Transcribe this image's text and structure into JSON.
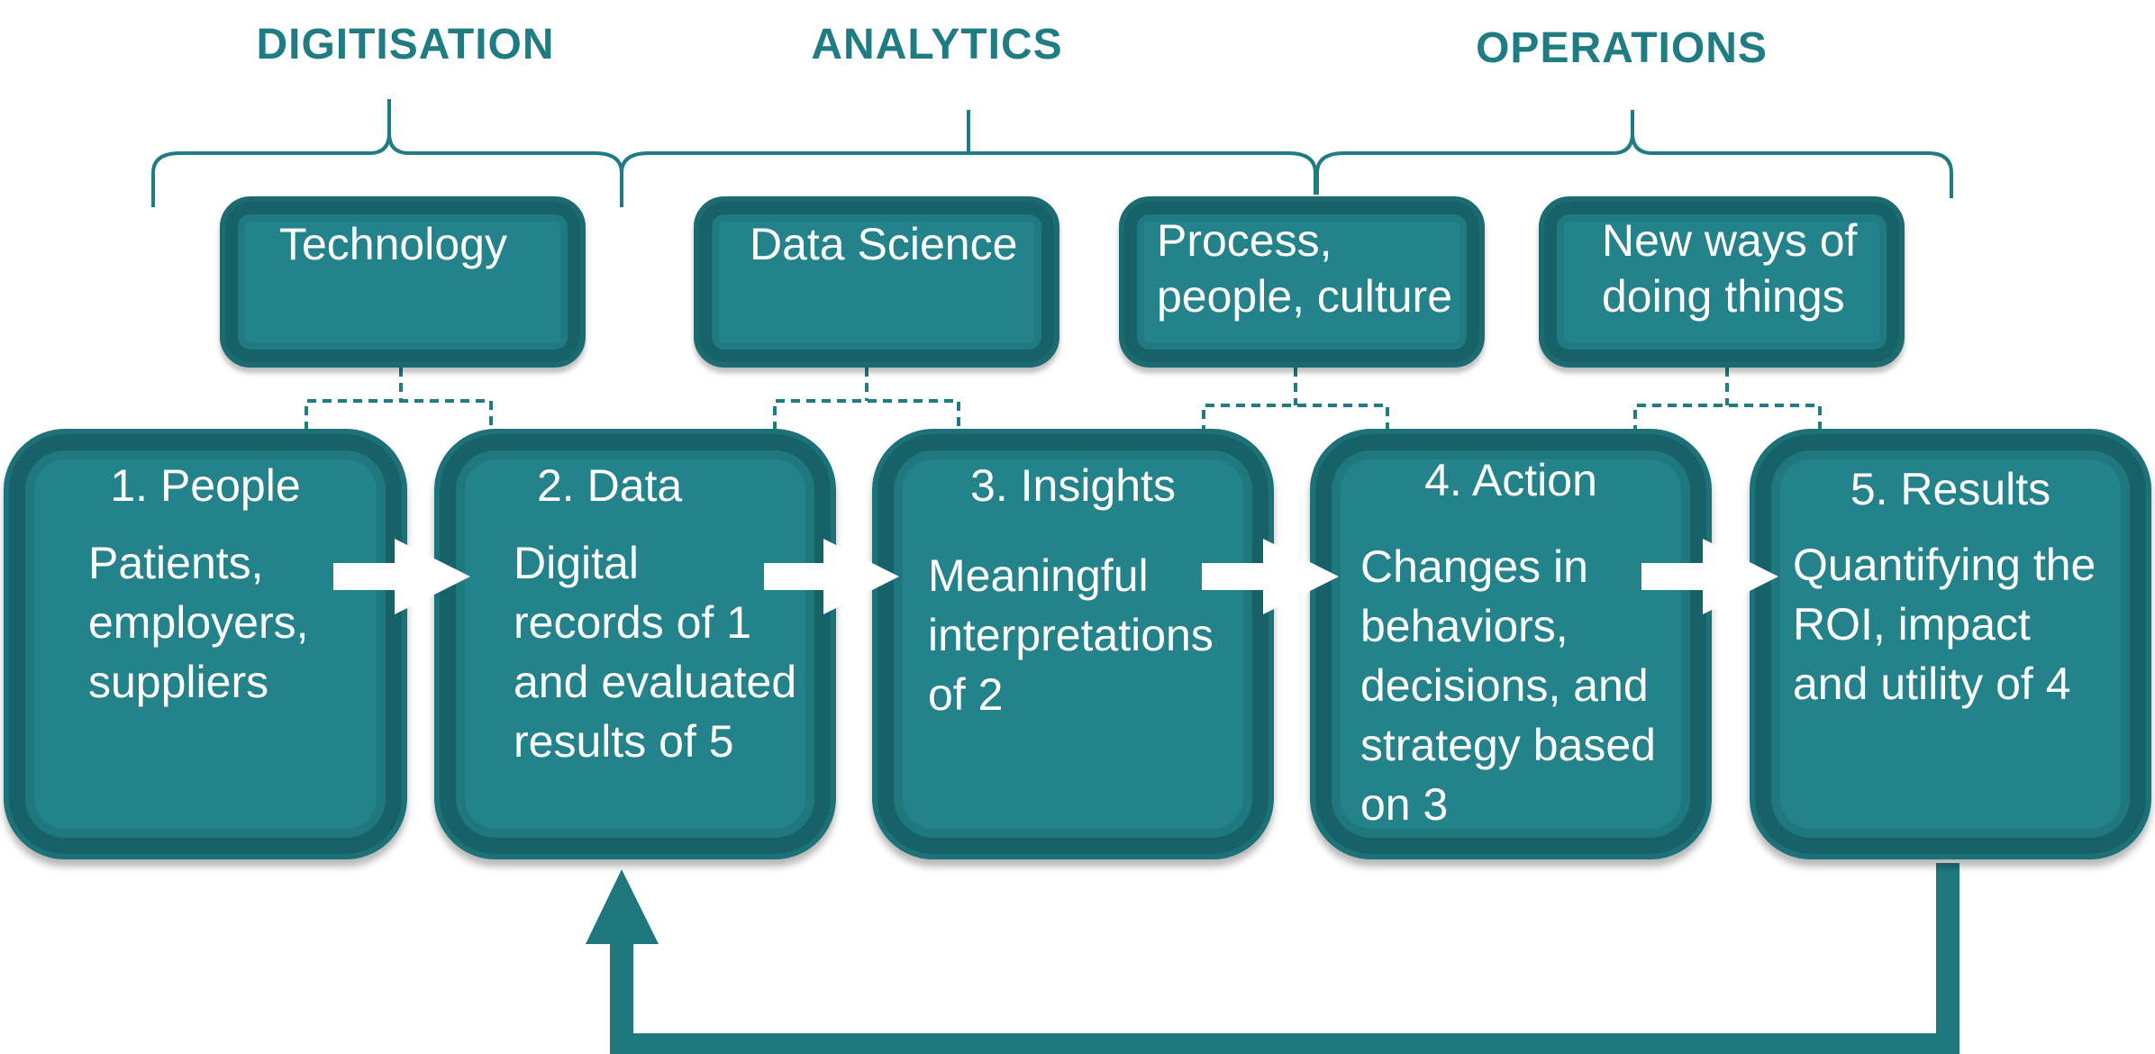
{
  "headings": {
    "digitisation": "DIGITISATION",
    "analytics": "ANALYTICS",
    "operations": "OPERATIONS"
  },
  "top_boxes": [
    {
      "lines": [
        "Technology"
      ]
    },
    {
      "lines": [
        "Data Science"
      ]
    },
    {
      "lines": [
        "Process,",
        "people, culture"
      ]
    },
    {
      "lines": [
        "New ways of",
        "doing things"
      ]
    }
  ],
  "stages": [
    {
      "title": "1. People",
      "lines": [
        "Patients,",
        "employers,",
        "suppliers"
      ]
    },
    {
      "title": "2. Data",
      "lines": [
        "Digital",
        "records of 1",
        "and evaluated",
        "results of 5"
      ]
    },
    {
      "title": "3. Insights",
      "lines": [
        "Meaningful",
        "interpretations",
        "of 2"
      ]
    },
    {
      "title": "4. Action",
      "lines": [
        "Changes in",
        "behaviors,",
        "decisions,  and",
        "strategy based",
        "on 3"
      ]
    },
    {
      "title": "5. Results",
      "lines": [
        "Quantifying the",
        "ROI, impact",
        "and utility of 4"
      ]
    }
  ],
  "colors": {
    "heading": "#1f7c82",
    "box_fill": "#23828a",
    "box_border": "#176269",
    "arrow": "#ffffff",
    "feedback": "#1e787e"
  }
}
